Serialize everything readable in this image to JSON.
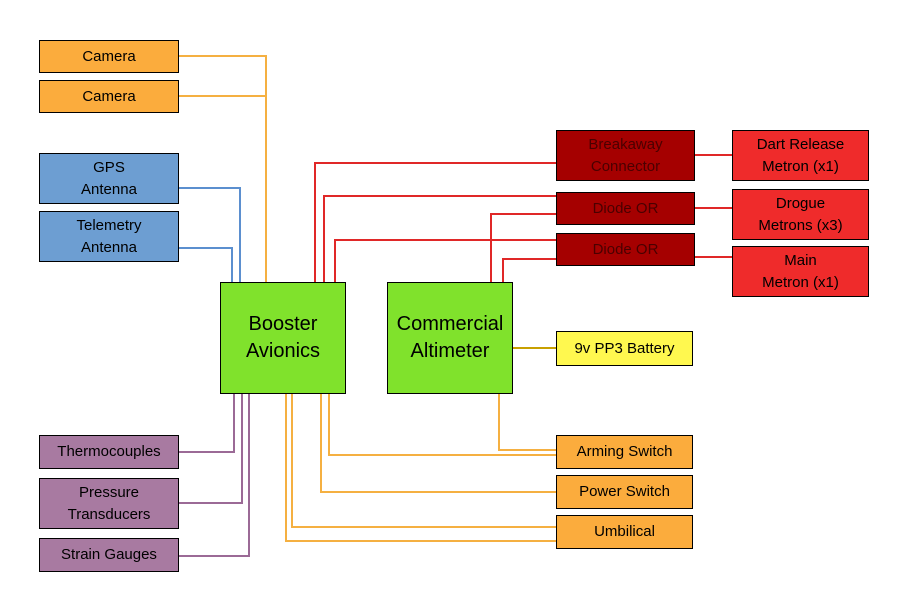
{
  "colors": {
    "orange_box": "#fbac3d",
    "orange_wire": "#f5b041",
    "blue_box": "#6d9ed2",
    "blue_wire": "#5b8fcf",
    "purple_box": "#a87aa1",
    "purple_wire": "#9b6a96",
    "green_box": "#80e22c",
    "darkred_box": "#a50000",
    "red_box": "#ef2b2b",
    "red_wire": "#e02828",
    "yellow_box": "#fff84f",
    "battery_wire": "#c8a000"
  },
  "nodes": {
    "camera_1": "Camera",
    "camera_2": "Camera",
    "gps_antenna": "GPS\nAntenna",
    "telemetry_antenna": "Telemetry\nAntenna",
    "thermocouples": "Thermocouples",
    "pressure_transducers": "Pressure\nTransducers",
    "strain_gauges": "Strain Gauges",
    "booster_avionics": "Booster\nAvionics",
    "commercial_altimeter": "Commercial\nAltimeter",
    "breakaway_connector": "Breakaway\nConnector",
    "diode_or_1": "Diode OR",
    "diode_or_2": "Diode OR",
    "dart_release_metron": "Dart Release\nMetron (x1)",
    "drogue_metrons": "Drogue\nMetrons (x3)",
    "main_metron": "Main\nMetron (x1)",
    "battery": "9v PP3 Battery",
    "arming_switch": "Arming Switch",
    "power_switch": "Power Switch",
    "umbilical": "Umbilical"
  }
}
